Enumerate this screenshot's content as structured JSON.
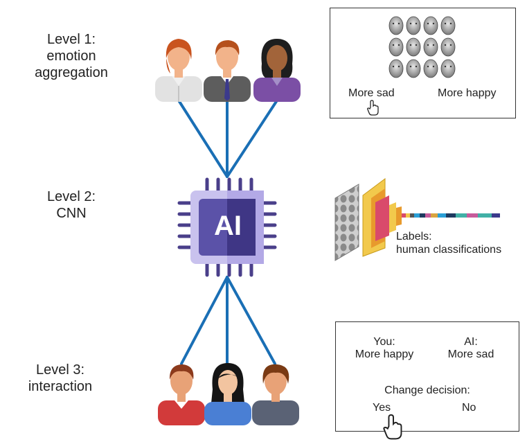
{
  "levels": [
    {
      "title": "Level 1:",
      "subtitle_line1": "emotion",
      "subtitle_line2": "aggregation"
    },
    {
      "title": "Level 2:",
      "subtitle_line1": "CNN"
    },
    {
      "title": "Level 3:",
      "subtitle_line1": "interaction"
    }
  ],
  "chip": {
    "label": "AI"
  },
  "panel1": {
    "left_label": "More sad",
    "right_label": "More happy",
    "face_rows": 3,
    "face_cols": 4
  },
  "panel2": {
    "labels_line1": "Labels:",
    "labels_line2": "human classifications"
  },
  "panel3": {
    "you_label": "You:",
    "you_value": "More happy",
    "ai_label": "AI:",
    "ai_value": "More sad",
    "change_label": "Change decision:",
    "yes_label": "Yes",
    "no_label": "No"
  },
  "colors": {
    "line": "#1a6fb5",
    "chip_dark": "#4a3f8a",
    "chip_light": "#c9c2ee",
    "chip_frame": "#5b52a8"
  },
  "icons": [
    "hand-cursor-icon",
    "ai-chip-icon",
    "person-icon",
    "cnn-icon",
    "face-icon"
  ]
}
